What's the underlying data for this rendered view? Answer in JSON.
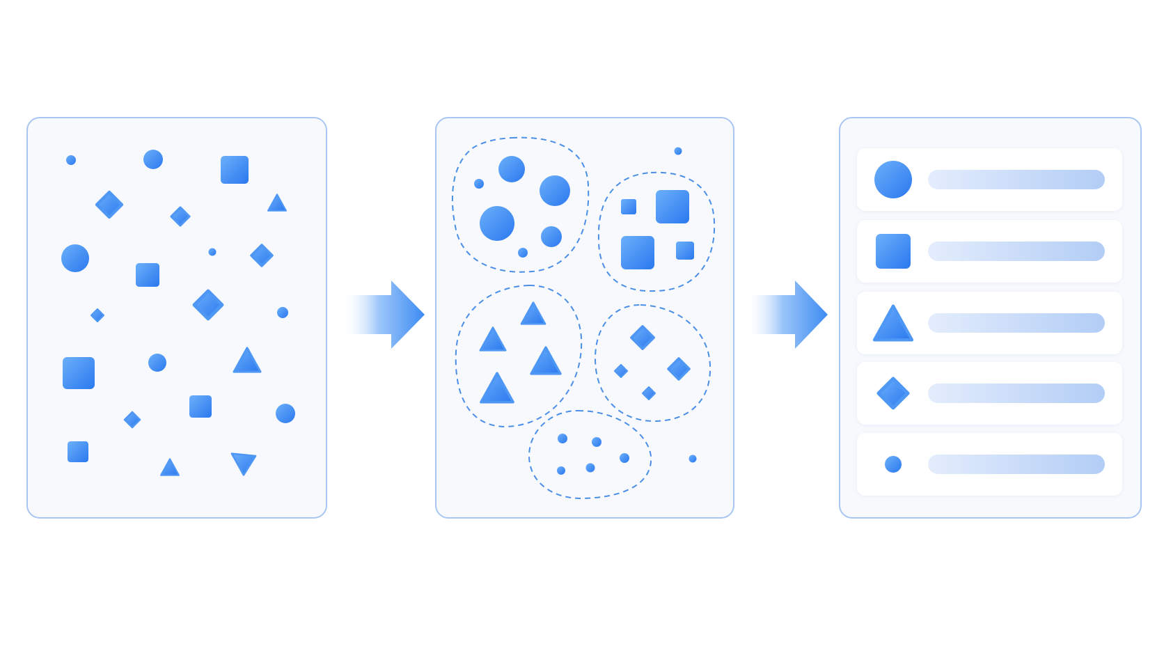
{
  "colors": {
    "background": "#ffffff",
    "panel_fill": "#f7f9fd",
    "panel_border": "#a9c6f2",
    "shape_light": "#64a9f8",
    "shape_dark": "#2a7cf0",
    "dashed_outline": "#4a8ee6",
    "row_card": "#ffffff",
    "row_bar_start": "#e1ebfb",
    "row_bar_end": "#b4cff7"
  },
  "stages": [
    {
      "name": "unsorted-shapes",
      "icon_names": [
        "circle-icon",
        "square-icon",
        "diamond-icon",
        "triangle-icon",
        "dot-icon"
      ]
    },
    {
      "name": "clustered-groups",
      "group_names": [
        "circle-group",
        "square-group",
        "triangle-group",
        "diamond-group",
        "dot-group"
      ]
    },
    {
      "name": "categorized-list",
      "row_icons": [
        "circle-icon",
        "square-icon",
        "triangle-icon",
        "diamond-icon",
        "dot-icon"
      ]
    }
  ],
  "arrows": [
    "arrow-right-icon",
    "arrow-right-icon"
  ]
}
